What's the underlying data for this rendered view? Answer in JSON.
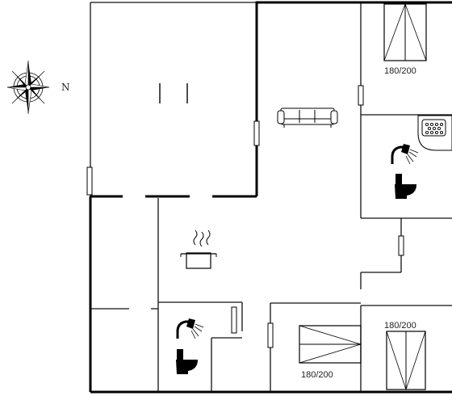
{
  "compass": {
    "direction_label": "N",
    "icon": "compass-rose-icon"
  },
  "bedrooms": [
    {
      "bed_size": "180/200"
    },
    {
      "bed_size": "180/200"
    },
    {
      "bed_size": "180/200"
    }
  ],
  "icons": {
    "sofa": "sofa-icon",
    "kitchen": "cooking-pot-icon",
    "shower": "shower-icon",
    "toilet": "toilet-icon",
    "whirlpool": "whirlpool-bath-icon"
  },
  "colors": {
    "wall": "#000000",
    "thin_wall": "#111111",
    "background": "#ffffff"
  }
}
